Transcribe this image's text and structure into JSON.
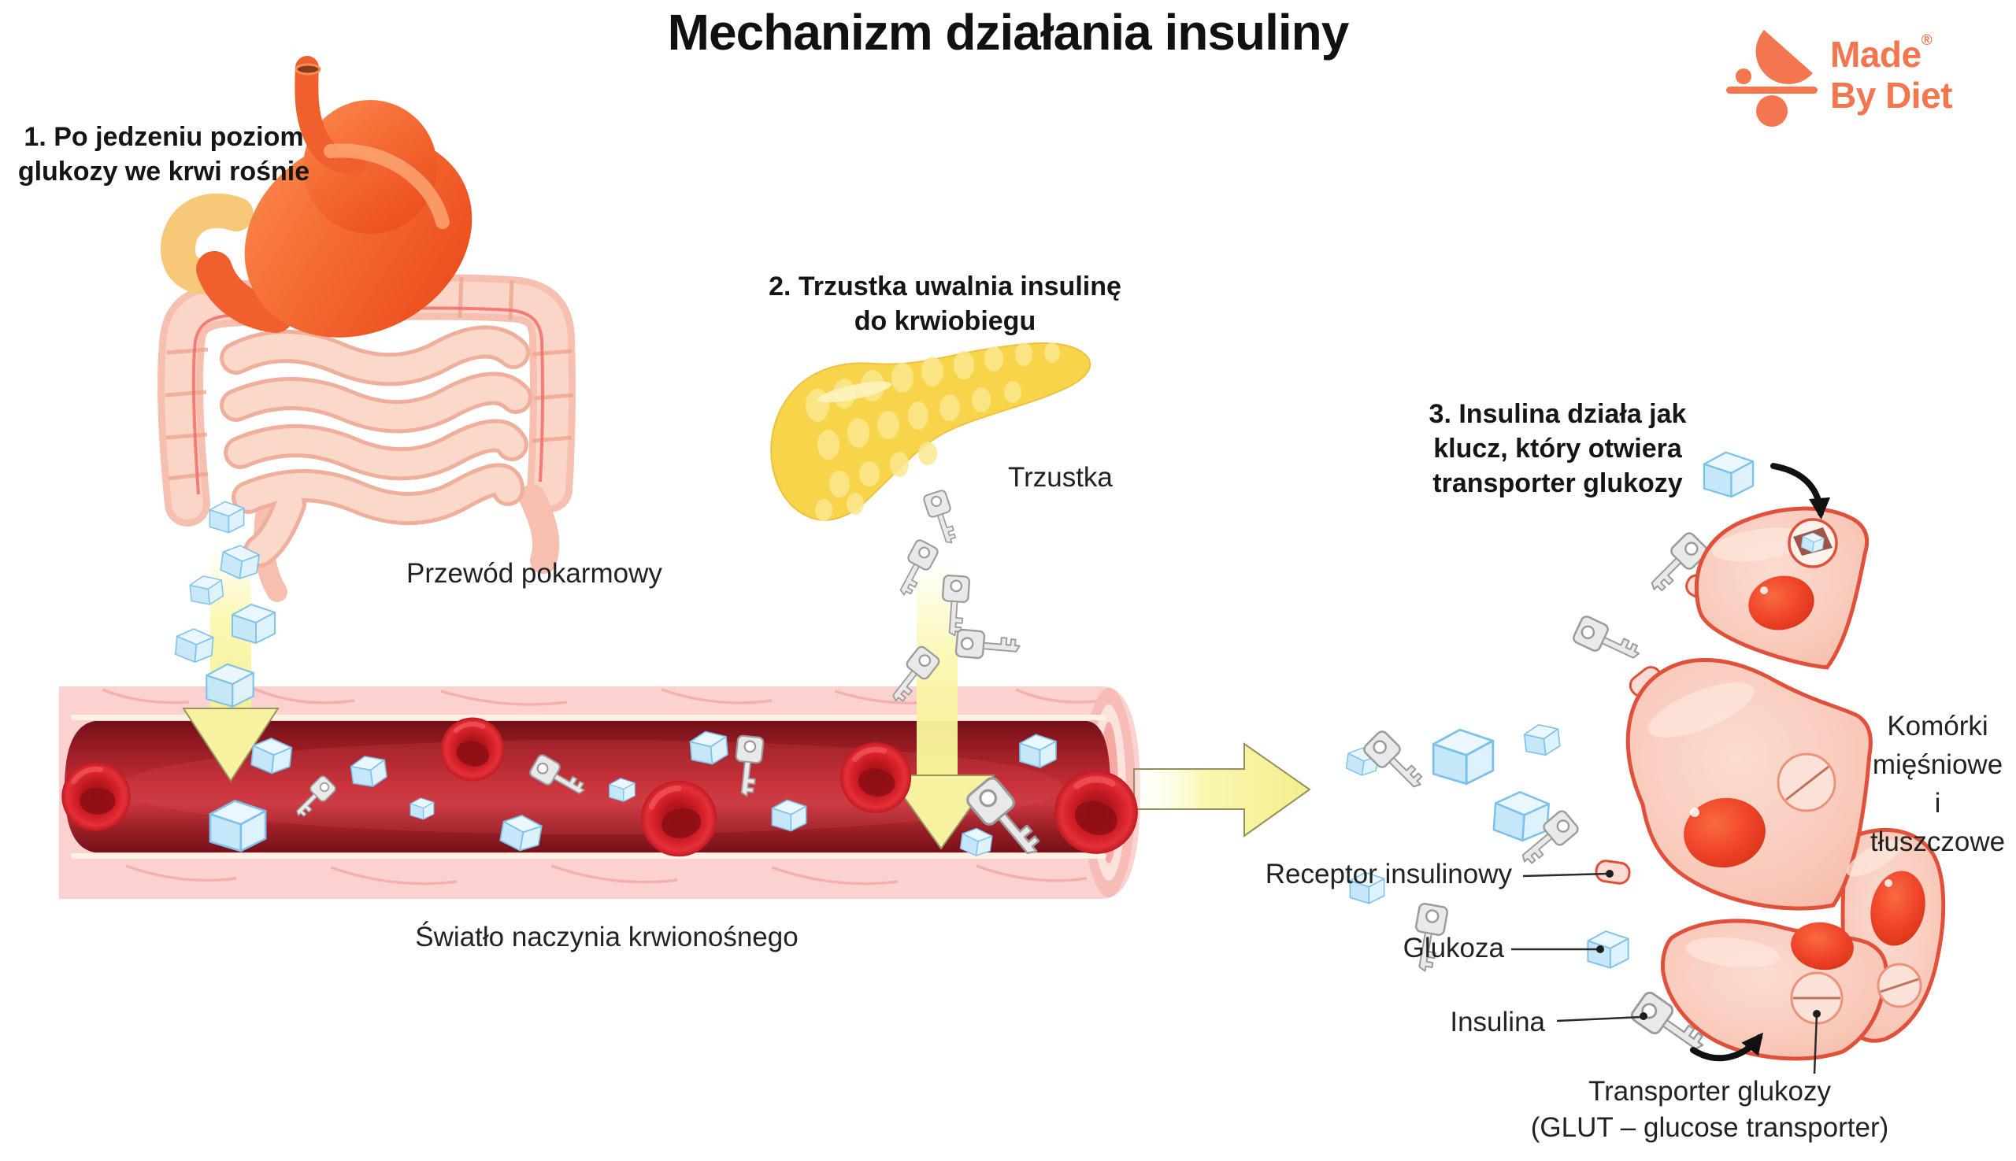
{
  "title": "Mechanizm działania insuliny",
  "brand": {
    "word1": "Made",
    "registered": "®",
    "word2": "By Diet"
  },
  "steps": {
    "step1": {
      "line1": "1. Po jedzeniu poziom",
      "line2": "glukozy we krwi rośnie"
    },
    "step2": {
      "line1": "2. Trzustka uwalnia insulinę",
      "line2": "do krwiobiegu"
    },
    "step3": {
      "line1": "3. Insulina działa jak",
      "line2": "klucz, który otwiera",
      "line3": "transporter glukozy"
    }
  },
  "labels": {
    "digestive_tract": "Przewód pokarmowy",
    "pancreas": "Trzustka",
    "vessel_lumen": "Światło naczynia krwionośnego",
    "insulin_receptor": "Receptor insulinowy",
    "glucose": "Glukoza",
    "insulin": "Insulina",
    "cells": {
      "line1": "Komórki",
      "line2": "mięśniowe",
      "line3": "i",
      "line4": "tłuszczowe"
    },
    "glucose_transporter": {
      "line1": "Transporter glukozy",
      "line2": "(GLUT – glucose transporter)"
    }
  },
  "colors": {
    "brand_coral": "#F4764E",
    "arrow_yellow": "#F7F3A0",
    "glucose_blue": "#BFE3F7",
    "insulin_key_gray": "#E9E9E9",
    "blood_red": "#C12B33",
    "vessel_wall_pink": "#FBD2CF",
    "cell_pink": "#F8C9BB",
    "cell_outline": "#E1503A",
    "pancreas_yellow": "#F7D44A",
    "stomach_orange": "#F0602C",
    "text_black": "#1E1E1E"
  }
}
